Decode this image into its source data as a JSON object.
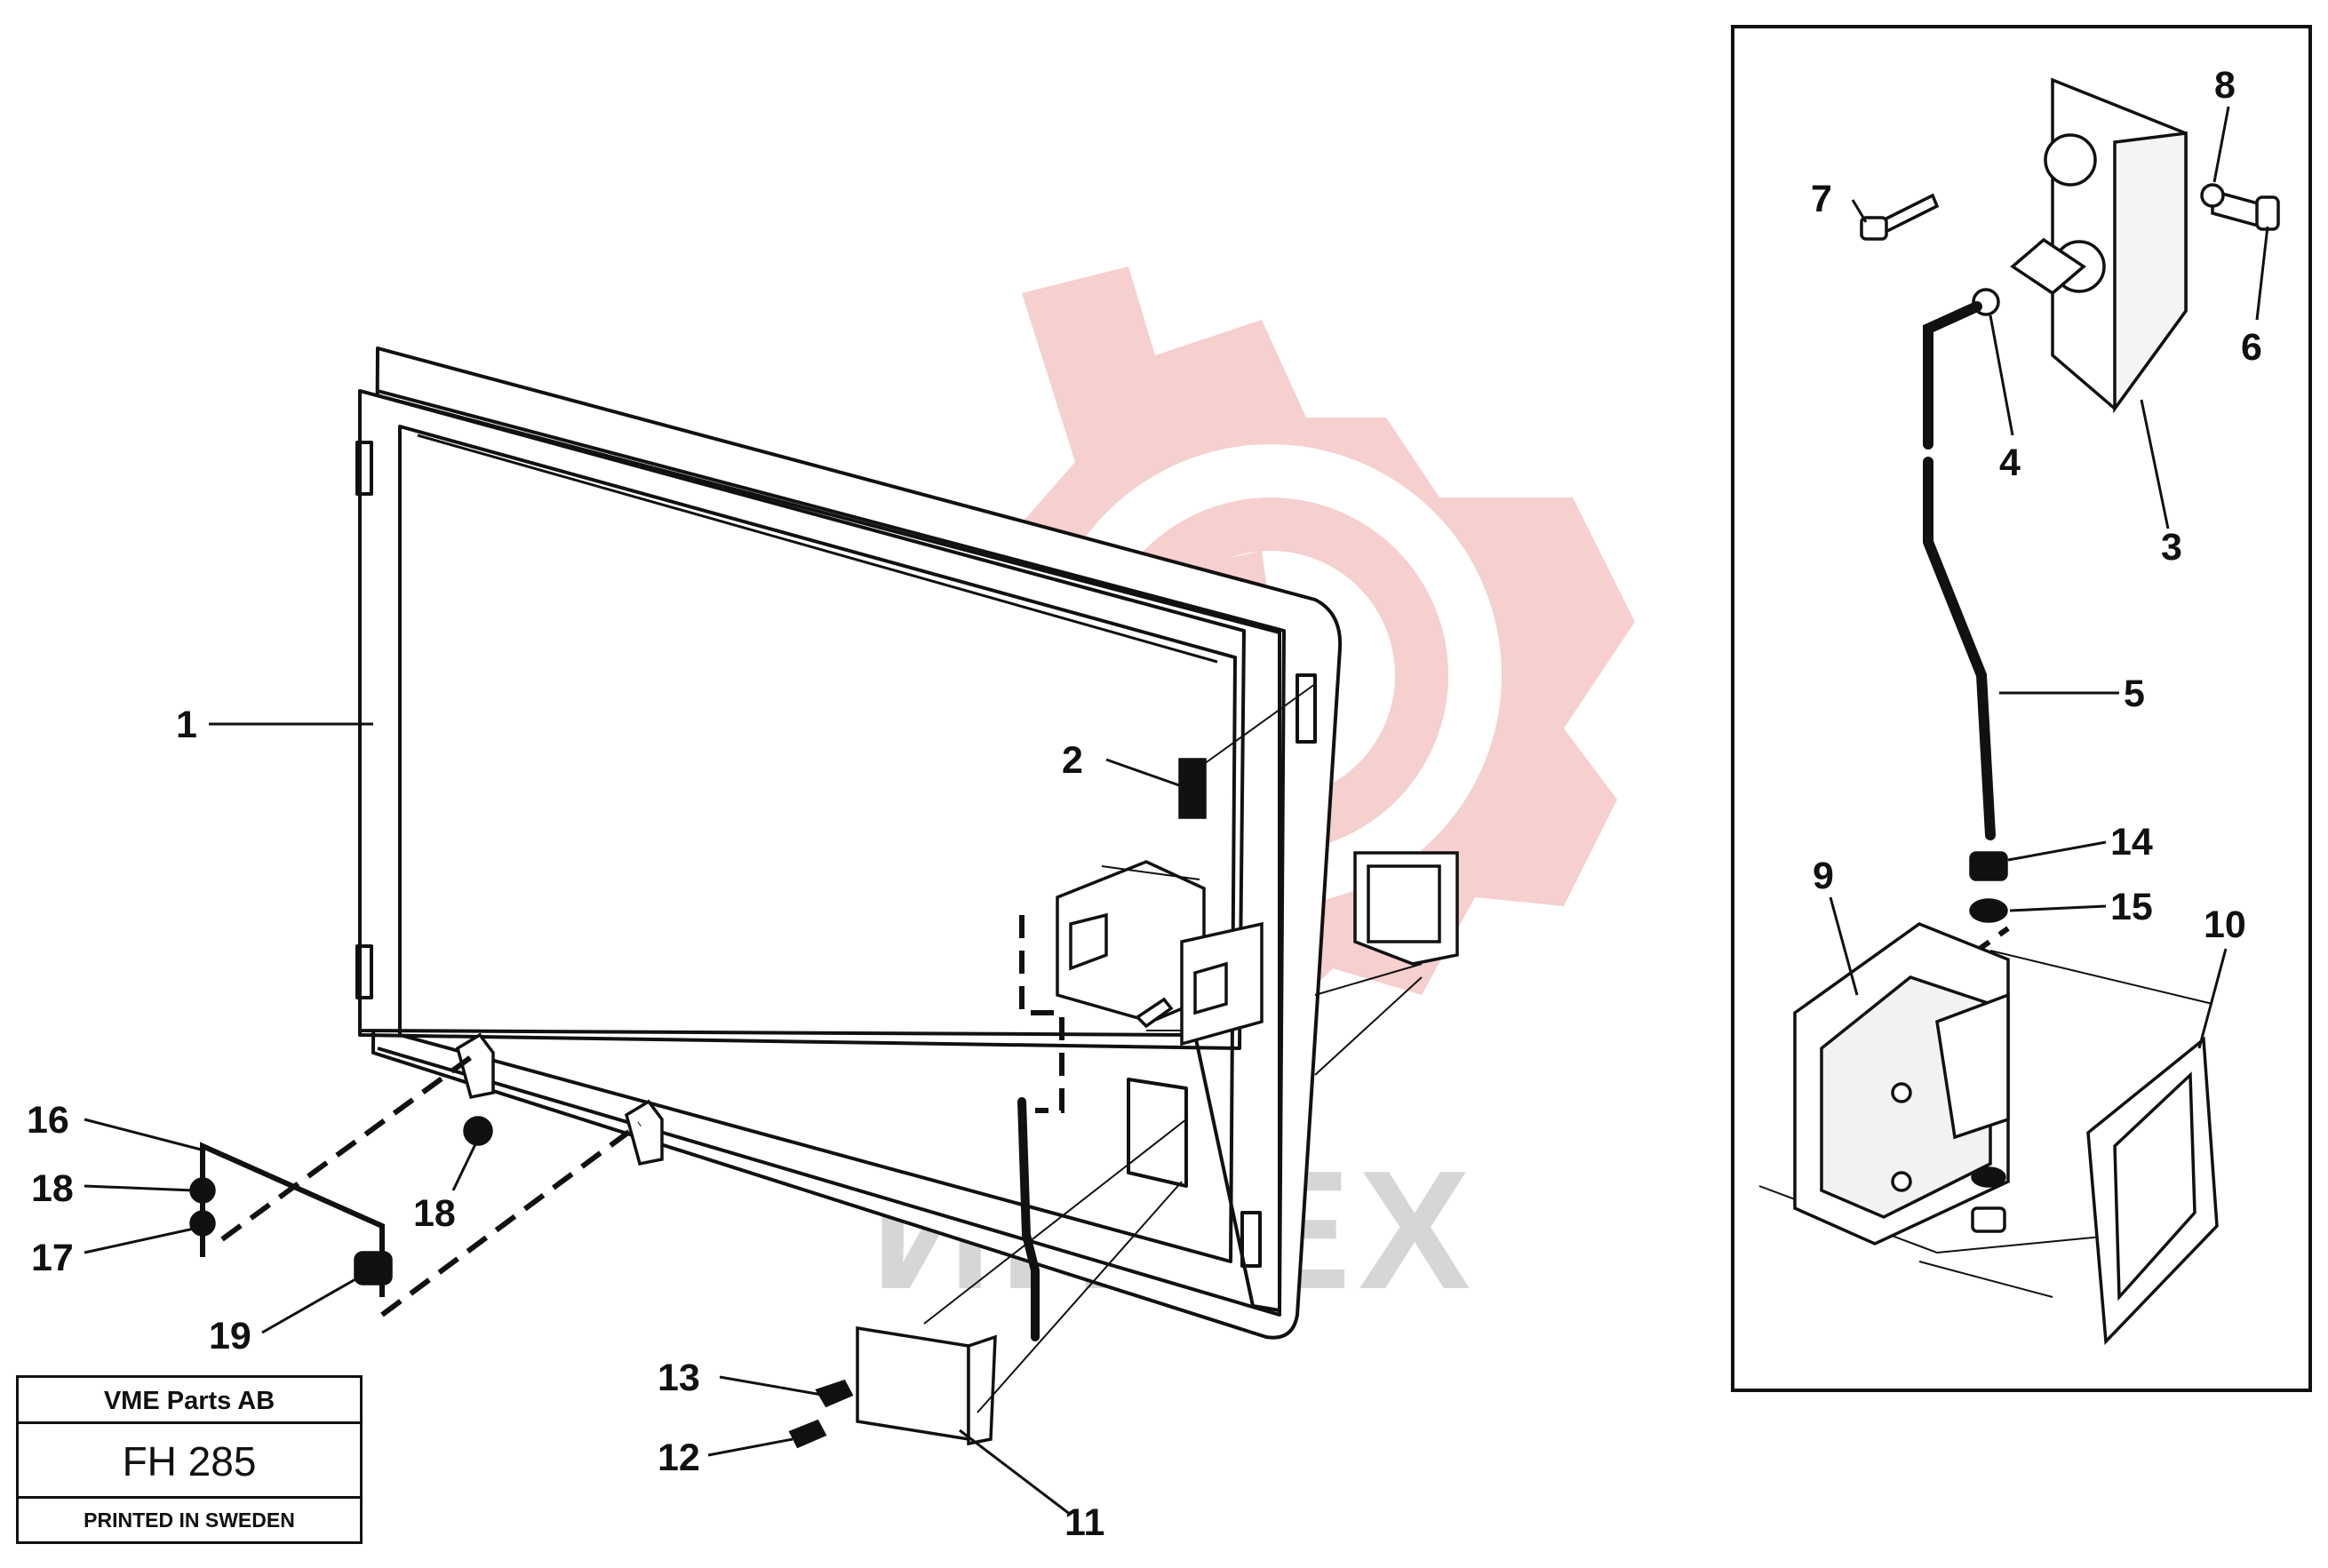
{
  "diagram": {
    "callouts": {
      "c1": "1",
      "c2": "2",
      "c3": "3",
      "c4": "4",
      "c5": "5",
      "c6": "6",
      "c7": "7",
      "c8": "8",
      "c9": "9",
      "c10": "10",
      "c11": "11",
      "c12": "12",
      "c13": "13",
      "c14": "14",
      "c15": "15",
      "c16": "16",
      "c17": "17",
      "c18a": "18",
      "c18b": "18",
      "c19": "19"
    },
    "watermark": {
      "text": "ИНТЕХ",
      "gear_color": "#f5c6c6"
    }
  },
  "stamp": {
    "company": "VME Parts AB",
    "code": "FH 285",
    "note": "PRINTED IN SWEDEN"
  }
}
